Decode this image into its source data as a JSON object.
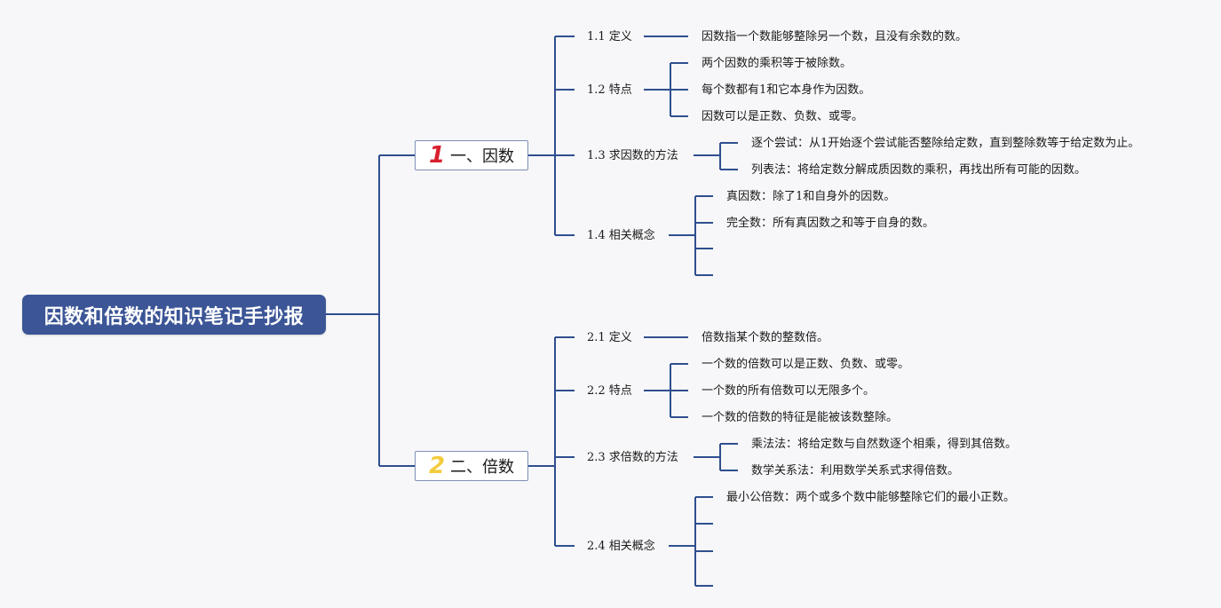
{
  "title": "因数和倍数的知识笔记手抄报",
  "colors": {
    "line": "#2f4f8f",
    "root_bg": "#3b5596",
    "num1": "#d8202f",
    "num2": "#f3cc3c"
  },
  "branches": [
    {
      "number": "1",
      "label": "一、因数",
      "subs": [
        {
          "label": "1.1 定义",
          "leaves": [
            "因数指一个数能够整除另一个数，且没有余数的数。"
          ]
        },
        {
          "label": "1.2 特点",
          "leaves": [
            "两个因数的乘积等于被除数。",
            "每个数都有1和它本身作为因数。",
            "因数可以是正数、负数、或零。"
          ]
        },
        {
          "label": "1.3 求因数的方法",
          "leaves": [
            "逐个尝试：从1开始逐个尝试能否整除给定数，直到整除数等于给定数为止。",
            "列表法：将给定数分解成质因数的乘积，再找出所有可能的因数。"
          ]
        },
        {
          "label": "1.4 相关概念",
          "leaves": [
            "真因数：除了1和自身外的因数。",
            "完全数：所有真因数之和等于自身的数。",
            "",
            ""
          ]
        }
      ]
    },
    {
      "number": "2",
      "label": "二、倍数",
      "subs": [
        {
          "label": "2.1 定义",
          "leaves": [
            "倍数指某个数的整数倍。"
          ]
        },
        {
          "label": "2.2 特点",
          "leaves": [
            "一个数的倍数可以是正数、负数、或零。",
            "一个数的所有倍数可以无限多个。",
            "一个数的倍数的特征是能被该数整除。"
          ]
        },
        {
          "label": "2.3 求倍数的方法",
          "leaves": [
            "乘法法：将给定数与自然数逐个相乘，得到其倍数。",
            "数学关系法：利用数学关系式求得倍数。"
          ]
        },
        {
          "label": "2.4 相关概念",
          "leaves": [
            "最小公倍数：两个或多个数中能够整除它们的最小正数。",
            "",
            "",
            ""
          ]
        }
      ]
    }
  ]
}
